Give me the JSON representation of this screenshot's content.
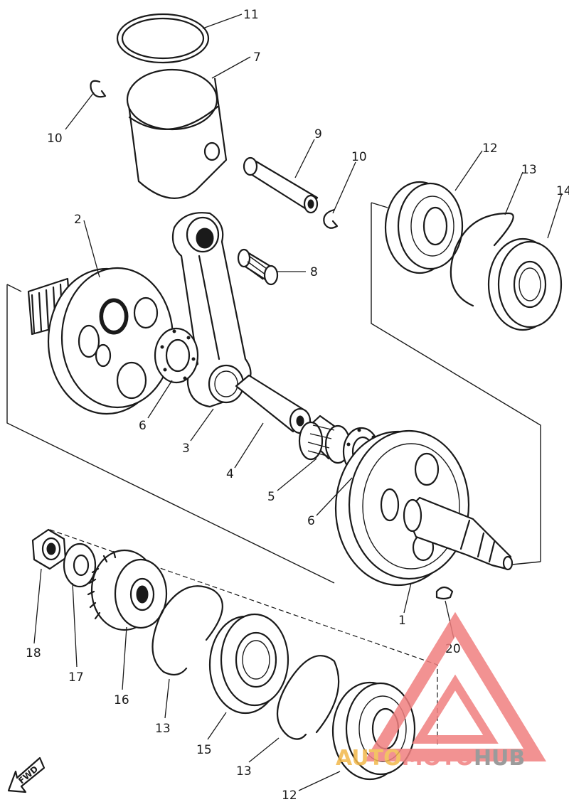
{
  "callouts": [
    {
      "id": "c11a",
      "text": "11"
    },
    {
      "id": "c7",
      "text": "7"
    },
    {
      "id": "c10a",
      "text": "10"
    },
    {
      "id": "c9",
      "text": "9"
    },
    {
      "id": "c10b",
      "text": "10"
    },
    {
      "id": "c12a",
      "text": "12"
    },
    {
      "id": "c13a",
      "text": "13"
    },
    {
      "id": "c14",
      "text": "14"
    },
    {
      "id": "c2",
      "text": "2"
    },
    {
      "id": "c8",
      "text": "8"
    },
    {
      "id": "c6a",
      "text": "6"
    },
    {
      "id": "c3",
      "text": "3"
    },
    {
      "id": "c4",
      "text": "4"
    },
    {
      "id": "c5",
      "text": "5"
    },
    {
      "id": "c6b",
      "text": "6"
    },
    {
      "id": "c1",
      "text": "1"
    },
    {
      "id": "c20",
      "text": "20"
    },
    {
      "id": "c18",
      "text": "18"
    },
    {
      "id": "c17",
      "text": "17"
    },
    {
      "id": "c16",
      "text": "16"
    },
    {
      "id": "c13b",
      "text": "13"
    },
    {
      "id": "c15",
      "text": "15"
    },
    {
      "id": "c13c",
      "text": "13"
    },
    {
      "id": "c12b",
      "text": "12"
    }
  ],
  "fwd_label": "FWD",
  "watermark": {
    "part1": "AUTO",
    "part2": "MOTO",
    "part3": "HUB",
    "color1": "#f2b84b",
    "color2": "#f07f7f",
    "color3": "#8a8a8a",
    "triangle_color": "#f07f7f"
  }
}
